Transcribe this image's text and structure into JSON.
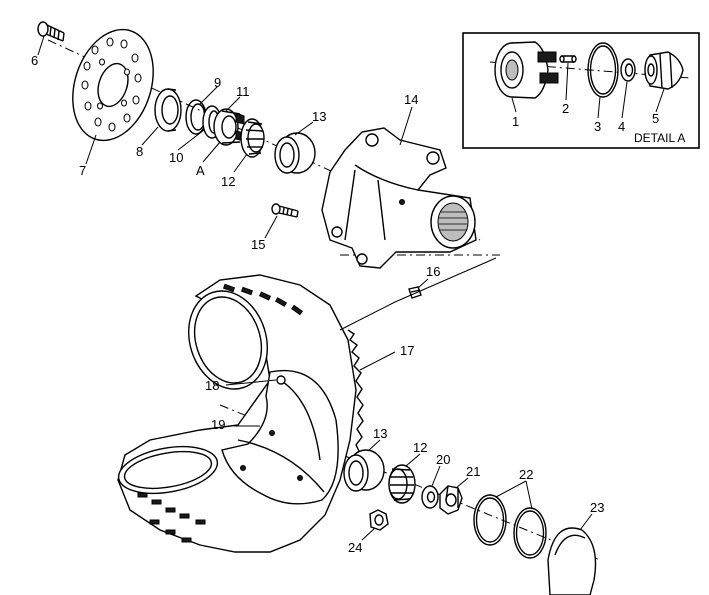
{
  "callouts": {
    "c1": "1",
    "c2": "2",
    "c3": "3",
    "c4": "4",
    "c5": "5",
    "c6": "6",
    "c7": "7",
    "c8": "8",
    "c9": "9",
    "c10": "10",
    "c11": "11",
    "cA": "A",
    "c12a": "12",
    "c13a": "13",
    "c14": "14",
    "c15": "15",
    "c16": "16",
    "c17": "17",
    "c18": "18",
    "c19": "19",
    "c13b": "13",
    "c12b": "12",
    "c20": "20",
    "c21": "21",
    "c22": "22",
    "c23": "23",
    "c24": "24"
  },
  "detail": {
    "title": "DETAIL A"
  }
}
